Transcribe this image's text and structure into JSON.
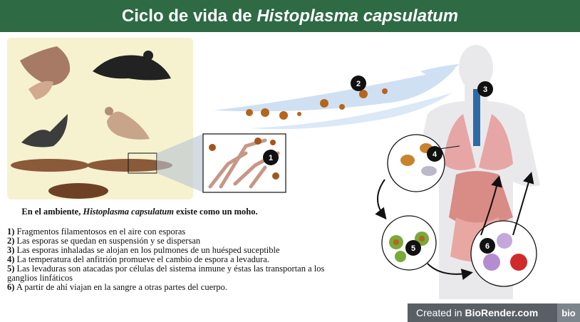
{
  "header": {
    "title_prefix": "Ciclo de vida de ",
    "title_species": "Histoplasma capsulatum"
  },
  "caption": {
    "prefix": "En el ambiente, ",
    "species": "Histoplasma capsulatum",
    "suffix": " existe como un moho."
  },
  "steps": [
    {
      "num": "1)",
      "text": " Fragmentos filamentosos en el aire con esporas"
    },
    {
      "num": "2)",
      "text": " Las esporas se quedan en suspensión y se dispersan"
    },
    {
      "num": "3)",
      "text": " Las esporas inhaladas se alojan en los pulmones de un huésped suceptible"
    },
    {
      "num": "4)",
      "text": " La temperatura del anfitrión promueve el cambio de espora a levadura."
    },
    {
      "num": "5)",
      "text": " Las levaduras son atacadas por células del sistema inmune y éstas las transportan a los ganglios linfáticos"
    },
    {
      "num": "6)",
      "text": " A partir de ahí viajan en la sangre a otras partes del cuerpo."
    }
  ],
  "markers": {
    "m1": "1",
    "m2": "2",
    "m3": "3",
    "m4": "4",
    "m5": "5",
    "m6": "6"
  },
  "badge": {
    "prefix": "Created in ",
    "brand": "BioRender.com",
    "logo": "bio"
  },
  "icons": [
    "bat-icon",
    "crow-icon",
    "dove-icon",
    "soil-icon",
    "mold-filament-icon",
    "human-body-icon",
    "lungs-icon",
    "yeast-icon",
    "macrophage-icon",
    "blood-cell-icon"
  ]
}
